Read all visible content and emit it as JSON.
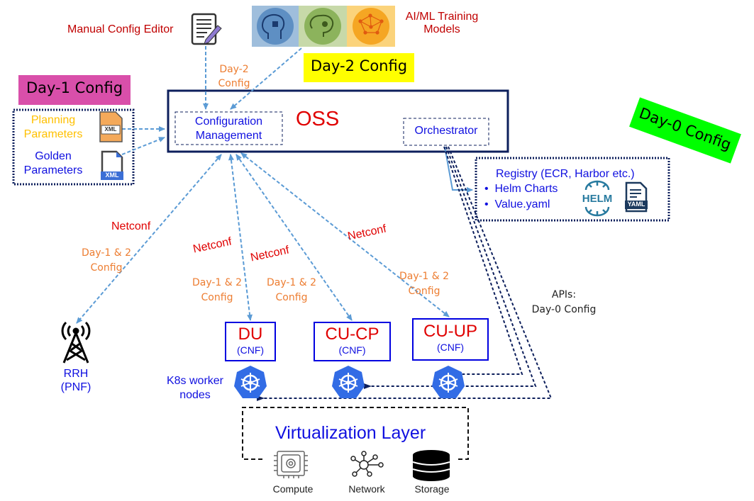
{
  "labels": {
    "day1": "Day-1 Config",
    "day2": "Day-2 Config",
    "day0": "Day-0 Config"
  },
  "colors": {
    "day1_bg": "#d94faa",
    "day2_bg": "#ffff00",
    "day0_bg": "#00ff00",
    "oss_border": "#0d1f5c",
    "arrow_blue": "#5b9bd5",
    "arrow_navy": "#0d1f5c",
    "k8s_blue": "#326ce5",
    "cnf_border": "#0000e0"
  },
  "top": {
    "manual_editor": "Manual Config Editor",
    "aiml_line1": "AI/ML Training",
    "aiml_line2": "Models",
    "day2_edge_line1": "Day-2",
    "day2_edge_line2": "Config"
  },
  "day1_box": {
    "planning_line1": "Planning",
    "planning_line2": "Parameters",
    "golden_line1": "Golden",
    "golden_line2": "Parameters",
    "xml_label": "XML"
  },
  "oss": {
    "title": "OSS",
    "config_mgmt_line1": "Configuration",
    "config_mgmt_line2": "Management",
    "orchestrator": "Orchestrator"
  },
  "registry": {
    "title": "Registry (ECR, Harbor etc.)",
    "items": [
      "Helm Charts",
      "Value.yaml"
    ],
    "helm_label": "HELM",
    "yaml_label": "YAML"
  },
  "edges": {
    "netconf": "Netconf",
    "day12_line1": "Day-1 & 2",
    "day12_line2": "Config",
    "apis_line1": "APIs:",
    "apis_line2": "Day-0 Config"
  },
  "nodes": {
    "rrh_line1": "RRH",
    "rrh_line2": "(PNF)",
    "cnfs": [
      {
        "name": "DU",
        "type": "(CNF)"
      },
      {
        "name": "CU-CP",
        "type": "(CNF)"
      },
      {
        "name": "CU-UP",
        "type": "(CNF)"
      }
    ],
    "k8s_line1": "K8s worker",
    "k8s_line2": "nodes"
  },
  "virtualization": {
    "title": "Virtualization Layer",
    "resources": [
      "Compute",
      "Network",
      "Storage"
    ]
  }
}
